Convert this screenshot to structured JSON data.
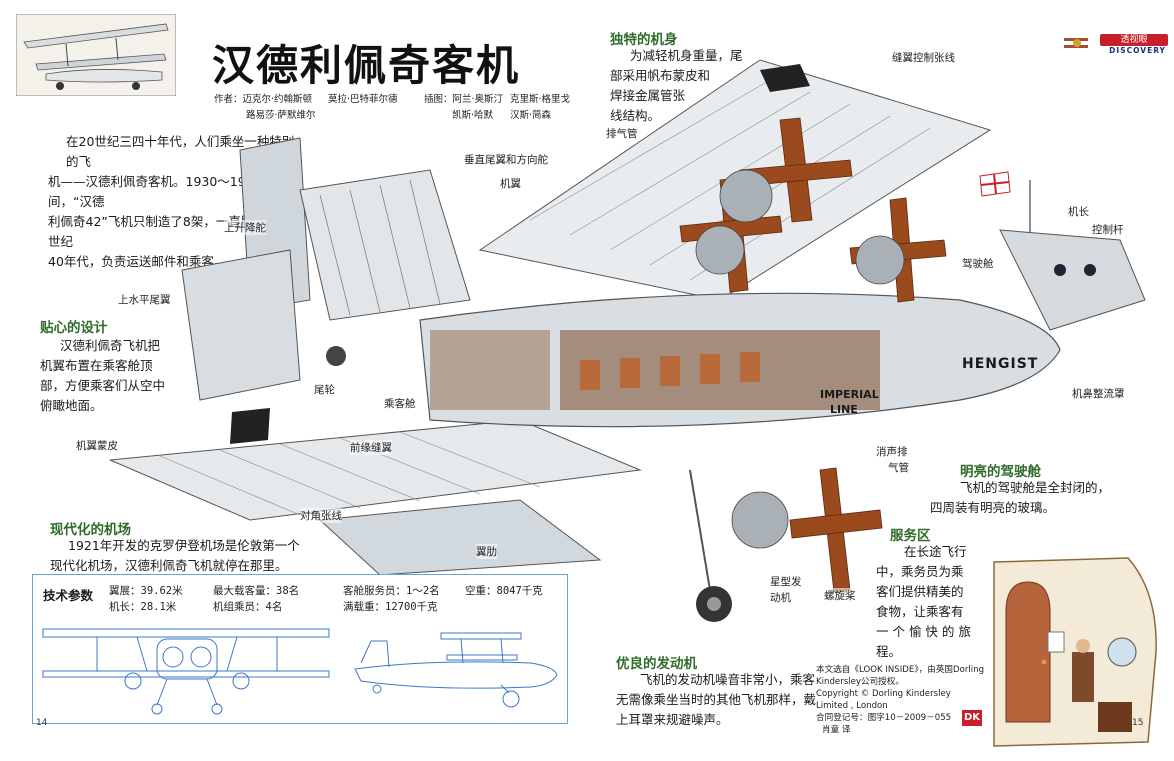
{
  "title": "汉德利佩奇客机",
  "credits": {
    "authors_a": "作者：迈克尔·约翰斯顿",
    "authors_a2": "路易莎·萨默维尔",
    "authors_b": "莫拉·巴特菲尔德",
    "illus_a": "插图：阿兰·奥斯汀",
    "illus_a2": "凯斯·哈默",
    "illus_b": "克里斯·格里戈",
    "illus_b2": "汉斯·简森"
  },
  "badge": {
    "top": "透视眼",
    "sub": "DISCOVERY"
  },
  "intro": {
    "lines": [
      "在20世纪三四十年代，人们乘坐一种特别的飞",
      "机——汉德利佩奇客机。1930～1931年间，“汉德",
      "利佩奇42”飞机只制造了8架，一直服役到20世纪",
      "40年代，负责运送邮件和乘客。"
    ]
  },
  "sections": {
    "design": {
      "heading": "贴心的设计",
      "lines": [
        "汉德利佩奇飞机把",
        "机翼布置在乘客舱顶",
        "部，方便乘客们从空中",
        "俯瞰地面。"
      ]
    },
    "airport": {
      "heading": "现代化的机场",
      "lines": [
        "1921年开发的克罗伊登机场是伦敦第一个",
        "现代化机场，汉德利佩奇飞机就停在那里。"
      ]
    },
    "fuselage": {
      "heading": "独特的机身",
      "lines": [
        "为减轻机身重量，尾",
        "部采用帆布蒙皮和",
        "焊接金属管张",
        "线结构。"
      ]
    },
    "cockpit": {
      "heading": "明亮的驾驶舱",
      "lines": [
        "飞机的驾驶舱是全封闭的，",
        "四周装有明亮的玻璃。"
      ]
    },
    "service": {
      "heading": "服务区",
      "lines": [
        "在长途飞行",
        "中，乘务员为乘",
        "客们提供精美的",
        "食物，让乘客有",
        "一 个 愉 快 的 旅",
        "程。"
      ]
    },
    "engine": {
      "heading": "优良的发动机",
      "lines": [
        "飞机的发动机噪音非常小，乘客",
        "无需像乘坐当时的其他飞机那样，戴",
        "上耳罩来规避噪声。"
      ]
    }
  },
  "labels": {
    "vertical_tail": "垂直尾翼和方向舵",
    "wing": "机翼",
    "elevator": "上升降舵",
    "tailplane": "上水平尾翼",
    "tailwheel": "尾轮",
    "cabin": "乘客舱",
    "wing_skin": "机翼蒙皮",
    "leading_slat": "前缘缝翼",
    "diagonal_wire": "对角张线",
    "rib": "翼肋",
    "exhaust": "排气管",
    "slat_wire": "缝翼控制张线",
    "captain": "机长",
    "control_stick": "控制杆",
    "cockpit": "驾驶舱",
    "nose_fairing": "机鼻整流罩",
    "muffler_a": "消声排",
    "muffler_b": "气管",
    "radial_a": "星型发",
    "radial_b": "动机",
    "propeller": "螺旋桨",
    "hengist": "HENGIST",
    "imperial": "IMPERIAL",
    "line": "LINE"
  },
  "tech": {
    "title": "技术参数",
    "specs": [
      "翼展：39.62米",
      "机长：28.1米",
      "最大载客量：38名",
      "机组乘员：4名",
      "客舱服务员：1～2名",
      "满载重：12700千克",
      "空重：8047千克"
    ]
  },
  "copyright": {
    "lines": [
      "本文选自《LOOK INSIDE》，由英国Dorling",
      "Kindersley公司授权。",
      "Copyright © Dorling  Kindersley",
      "Limited , London",
      "合同登记号：图字10－2009－055",
      "肖童  译"
    ]
  },
  "page_left": "14",
  "page_right": "15",
  "dk_logo": "DK",
  "colors": {
    "heading_green": "#2f6b2a",
    "badge_red": "#c8202a",
    "blueprint": "#3b78c8",
    "propeller": "#9a4a1c",
    "metal": "#cfd6dc"
  }
}
